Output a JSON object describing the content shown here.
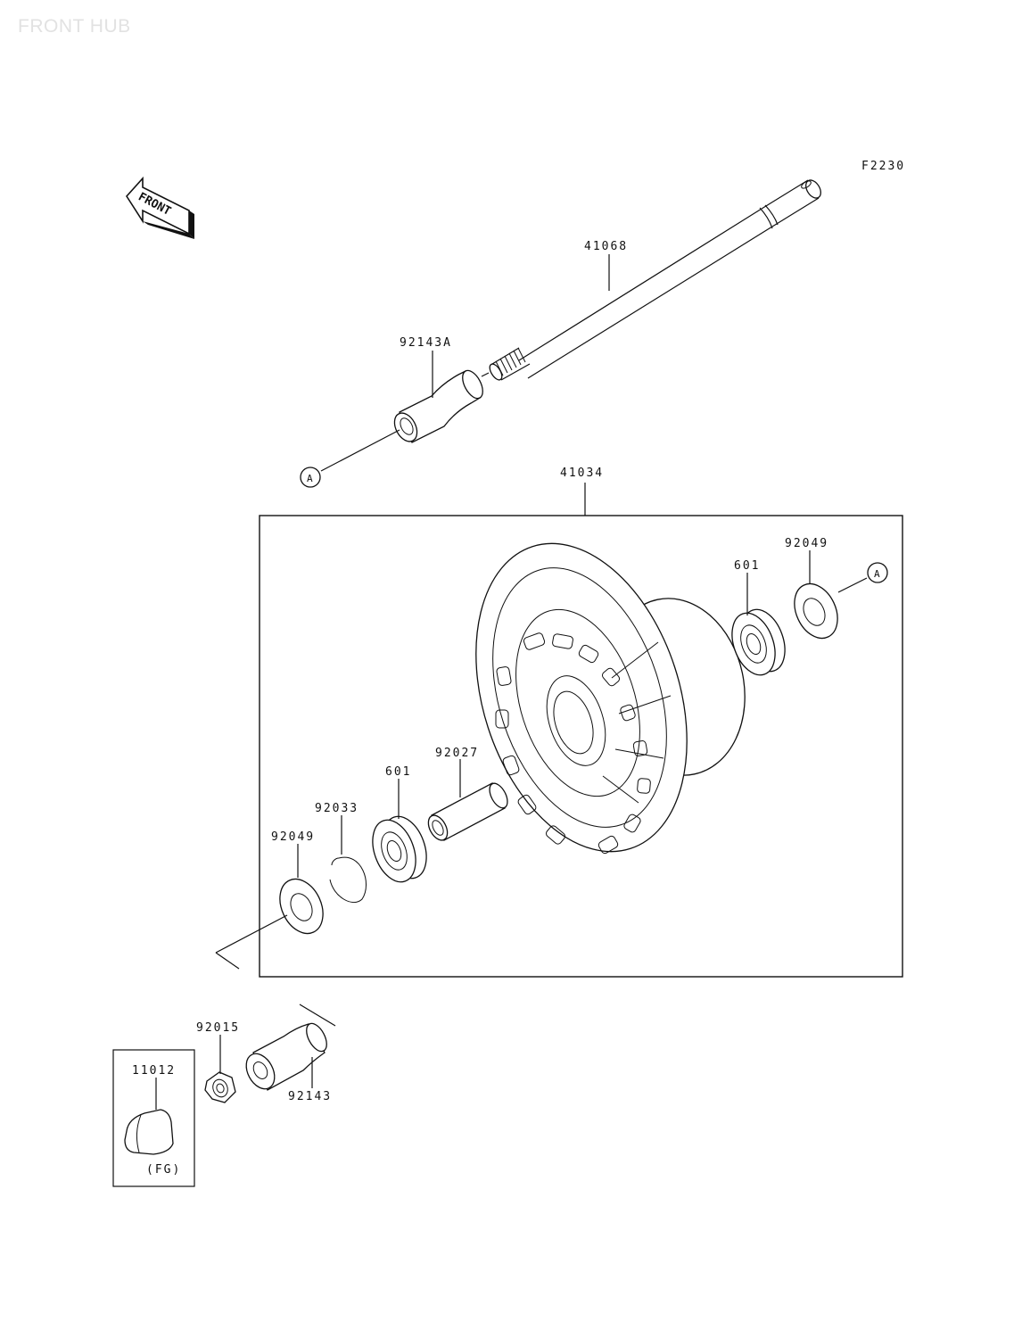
{
  "page_title": "FRONT HUB",
  "figure_code": "F2230",
  "front_arrow_label": "FRONT",
  "callouts": {
    "axle": "41068",
    "collar_a": "92143A",
    "hub_assembly": "41034",
    "bearing_right": "601",
    "seal_right": "92049",
    "ref_a_top": "A",
    "ref_a_right": "A",
    "spacer": "92027",
    "bearing_left": "601",
    "circlip": "92033",
    "seal_left": "92049",
    "nut": "92015",
    "cap": "11012",
    "cap_variant": "(FG)",
    "collar": "92143"
  }
}
